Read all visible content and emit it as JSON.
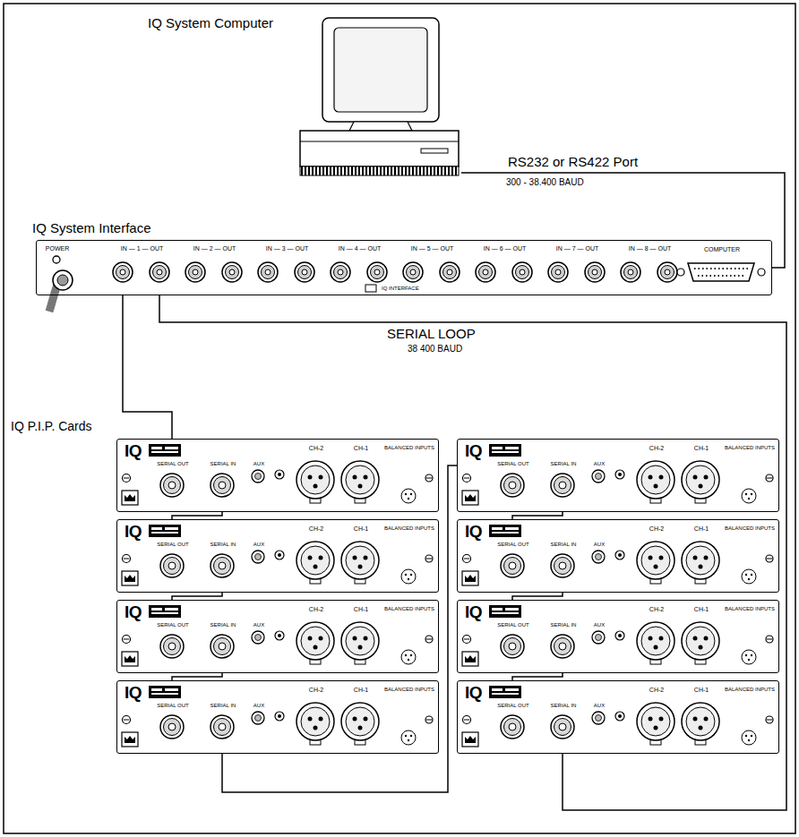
{
  "diagram": {
    "nodes": [
      {
        "text": [
          "IQ System Computer"
        ]
      },
      {
        "text": [
          "IQ System Interface",
          "POWER",
          "IN — 1 — OUT",
          "IN — 2 — OUT",
          "IN — 3 — OUT",
          "IN — 4 — OUT",
          "IN — 5 — OUT",
          "IN — 6 — OUT",
          "IN — 7 — OUT",
          "IN — 8 — OUT",
          "COMPUTER",
          "IQ INTERFACE"
        ]
      },
      {
        "text": [
          "IQ",
          "SERIAL OUT",
          "SERIAL IN",
          "AUX",
          "CH-2",
          "CH-1",
          "BALANCED INPUTS"
        ]
      },
      {
        "text": [
          "IQ",
          "SERIAL OUT",
          "SERIAL IN",
          "AUX",
          "CH-2",
          "CH-1",
          "BALANCED INPUTS"
        ]
      },
      {
        "text": [
          "IQ",
          "SERIAL OUT",
          "SERIAL IN",
          "AUX",
          "CH-2",
          "CH-1",
          "BALANCED INPUTS"
        ]
      },
      {
        "text": [
          "IQ",
          "SERIAL OUT",
          "SERIAL IN",
          "AUX",
          "CH-2",
          "CH-1",
          "BALANCED INPUTS"
        ]
      },
      {
        "text": [
          "IQ",
          "SERIAL OUT",
          "SERIAL IN",
          "AUX",
          "CH-2",
          "CH-1",
          "BALANCED INPUTS"
        ]
      },
      {
        "text": [
          "IQ",
          "SERIAL OUT",
          "SERIAL IN",
          "AUX",
          "CH-2",
          "CH-1",
          "BALANCED INPUTS"
        ]
      },
      {
        "text": [
          "IQ",
          "SERIAL OUT",
          "SERIAL IN",
          "AUX",
          "CH-2",
          "CH-1",
          "BALANCED INPUTS"
        ]
      },
      {
        "text": [
          "IQ",
          "SERIAL OUT",
          "SERIAL IN",
          "AUX",
          "CH-2",
          "CH-1",
          "BALANCED INPUTS"
        ]
      }
    ],
    "edges": [
      {
        "from": 0,
        "to": 1,
        "label": "RS232 or RS422 Port",
        "arrow": "none"
      },
      {
        "from": 1,
        "to": 9,
        "label": "SERIAL LOOP",
        "arrow": "none"
      },
      {
        "from": 9,
        "to": 8,
        "arrow": "none"
      },
      {
        "from": 8,
        "to": 7,
        "arrow": "none"
      },
      {
        "from": 7,
        "to": 6,
        "arrow": "none"
      },
      {
        "from": 6,
        "to": 5,
        "arrow": "none"
      },
      {
        "from": 5,
        "to": 4,
        "arrow": "none"
      },
      {
        "from": 4,
        "to": 3,
        "arrow": "none"
      },
      {
        "from": 3,
        "to": 2,
        "arrow": "none"
      },
      {
        "from": 2,
        "to": 1,
        "arrow": "none"
      }
    ],
    "labels": [
      "300 - 38.400 BAUD",
      "38 400 BAUD",
      "IQ P.I.P. Cards"
    ]
  }
}
